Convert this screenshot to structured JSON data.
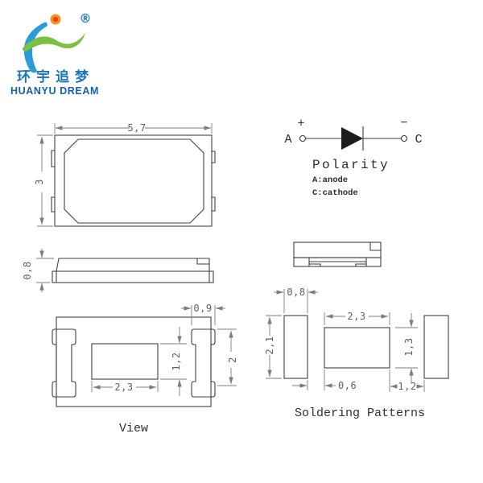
{
  "logo": {
    "registered_mark": "®",
    "chinese_name": "环宇追梦",
    "english_name": "HUANYU DREAM",
    "colors": {
      "blue_text": "#1a74c0",
      "swoosh_blue": "#2b9cd8",
      "wave_green": "#7ac143",
      "sun_outer": "#f7941d",
      "sun_inner": "#e8450f"
    }
  },
  "top_view": {
    "width_dim": "5,7",
    "height_dim": "3"
  },
  "polarity": {
    "anode_label": "A",
    "cathode_label": "C",
    "plus_sign": "+",
    "minus_sign": "−",
    "title": "Polarity",
    "anode_note": "A:anode",
    "cathode_note": "C:cathode"
  },
  "side_view": {
    "height_dim": "0,8"
  },
  "bottom_view": {
    "pad_width_dim": "0,9",
    "center_pad_height_dim": "1,2",
    "pad_height_dim": "2",
    "center_pad_width_dim": "2,3",
    "label": "View"
  },
  "soldering": {
    "pad_width_dim": "0,8",
    "pad_height_dim": "2,1",
    "center_width_dim": "2,3",
    "center_height_dim": "1,3",
    "gap_left_dim": "0,6",
    "gap_right_dim": "1,2",
    "label": "Soldering Patterns"
  },
  "colors": {
    "outline": "#3f3f3f",
    "dimension": "#7d7d7d",
    "background": "#ffffff"
  }
}
